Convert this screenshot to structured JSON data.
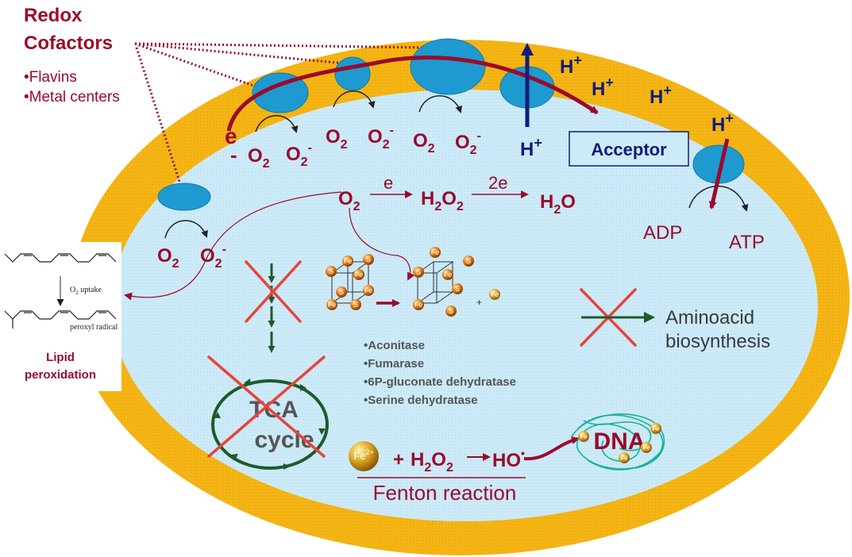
{
  "redox": {
    "title_1": "Redox",
    "title_2": "Cofactors",
    "item_1": "•Flavins",
    "item_2": "•Metal centers"
  },
  "membrane": {
    "electron": "e",
    "electron_sign": "-",
    "o2": "O",
    "o2_sub": "2",
    "superoxide": "O",
    "superoxide_sub": "2",
    "superoxide_sup": "-",
    "h_plus": "H",
    "plus": "+",
    "acceptor": "Acceptor",
    "adp": "ADP",
    "atp": "ATP"
  },
  "chain": {
    "o2": "O",
    "o2_sub": "2",
    "e": "e",
    "h2o2_h": "H",
    "h2o2_o": "O",
    "two_e": "2e",
    "h2o": "H",
    "h2o_o": "O",
    "sub2": "2"
  },
  "lipid": {
    "uptake_o": "O",
    "uptake_sub": "2",
    "uptake_text": " uptake",
    "radical": "peroxyl radical",
    "label_1": "Lipid",
    "label_2": "peroxidation"
  },
  "cluster": {
    "fe": "Fe",
    "s": "S",
    "plus": "+"
  },
  "enzymes": [
    "•Aconitase",
    "•Fumarase",
    "•6P-gluconate dehydratase",
    "•Serine dehydratase"
  ],
  "amino": {
    "line_1": "Aminoacid",
    "line_2": "biosynthesis"
  },
  "tca": {
    "line_1": "TCA",
    "line_2": "cycle"
  },
  "fenton": {
    "fe_ion": "Fe",
    "fe_charge": "2+",
    "plus": "+",
    "h2o2_h": "H",
    "h2o2_o": "O",
    "sub2": "2",
    "ho": "HO",
    "dot": "•",
    "label": "Fenton reaction",
    "dna": "DNA"
  },
  "colors": {
    "membrane": "#f5b514",
    "cytoplasm": "#cdeaf8",
    "protein": "#1e9ad0",
    "dark_red": "#9b0a2b",
    "navy": "#101c7a",
    "crossout": "#e8433a",
    "pathway": "#1d5a2a"
  }
}
